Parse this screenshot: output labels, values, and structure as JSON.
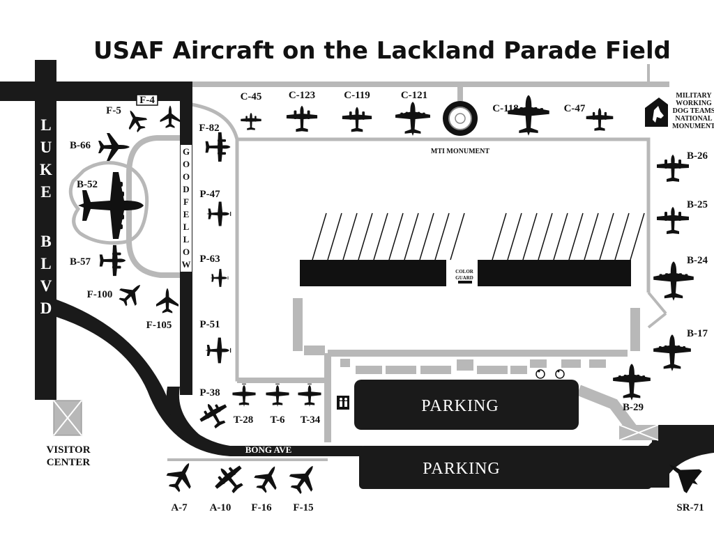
{
  "title": "USAF Aircraft on the Lackland Parade Field",
  "streets": {
    "luke_letters": [
      "L",
      "U",
      "K",
      "E"
    ],
    "blvd_letters": [
      "B",
      "L",
      "V",
      "D"
    ],
    "goodfellow_letters": [
      "G",
      "O",
      "O",
      "D",
      "F",
      "E",
      "L",
      "L",
      "O",
      "W"
    ],
    "bong_ave": "BONG AVE"
  },
  "parking": [
    "PARKING",
    "PARKING"
  ],
  "landmarks": {
    "mti_monument": "MTI MONUMENT",
    "color_guard": [
      "COLOR",
      "GUARD"
    ],
    "visitor_center": [
      "VISITOR",
      "CENTER"
    ],
    "dog_teams": [
      "MILITARY",
      "WORKING",
      "DOG TEAMS",
      "NATIONAL",
      "MONUMENT"
    ]
  },
  "aircraft": {
    "f4": "F-4",
    "f5": "F-5",
    "b66": "B-66",
    "b52": "B-52",
    "b57": "B-57",
    "f100": "F-100",
    "f105": "F-105",
    "f82": "F-82",
    "p47": "P-47",
    "p63": "P-63",
    "p51": "P-51",
    "p38": "P-38",
    "t28": "T-28",
    "t6": "T-6",
    "t34": "T-34",
    "c45": "C-45",
    "c123": "C-123",
    "c119": "C-119",
    "c121": "C-121",
    "c118": "C-118",
    "c47": "C-47",
    "b26": "B-26",
    "b25": "B-25",
    "b24": "B-24",
    "b17": "B-17",
    "b29": "B-29",
    "a7": "A-7",
    "a10": "A-10",
    "f16": "F-16",
    "f15": "F-15",
    "sr71": "SR-71"
  },
  "colors": {
    "road": "#1a1a1a",
    "walkway": "#b8b8b8",
    "background": "#ffffff"
  },
  "icons": {
    "plane": "airplane-silhouette-icon",
    "restroom": "restroom-icon",
    "accessible": "wheelchair-icon",
    "dog": "dog-head-icon",
    "seal": "monument-seal-icon"
  }
}
